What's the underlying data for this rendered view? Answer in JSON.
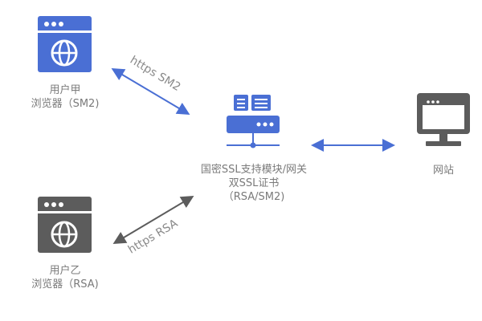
{
  "colors": {
    "blue": "#4a6fd4",
    "dark": "#5c5c5c",
    "text": "#7a7a7a"
  },
  "nodes": {
    "user_a": {
      "line1": "用户甲",
      "line2": "浏览器（SM2)"
    },
    "user_b": {
      "line1": "用户乙",
      "line2": "浏览器（RSA)"
    },
    "gateway": {
      "line1": "国密SSL支持模块/网关",
      "line2": "双SSL证书",
      "line3": "（RSA/SM2)"
    },
    "website": {
      "label": "网站"
    }
  },
  "edges": {
    "a_to_gateway": "https SM2",
    "b_to_gateway": "https RSA"
  },
  "icons": {
    "browser_a": "browser-globe-icon",
    "browser_b": "browser-globe-icon",
    "gateway": "server-network-icon",
    "website": "monitor-icon"
  }
}
